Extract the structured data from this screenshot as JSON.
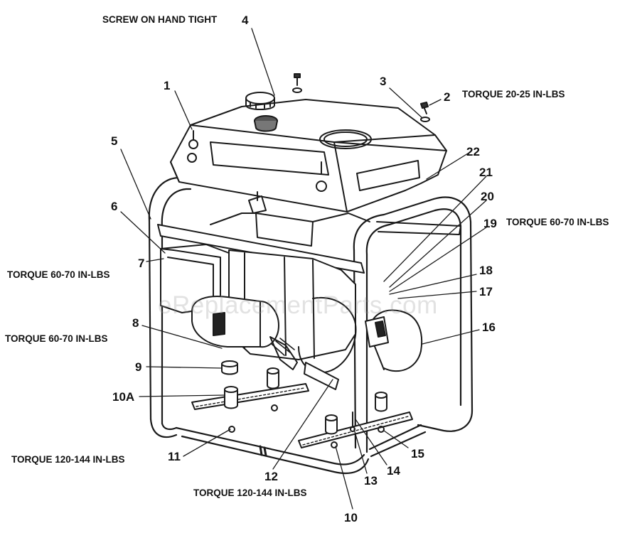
{
  "watermark": "eReplacementParts.com",
  "notes": {
    "screw_hand_tight": "SCREW ON HAND TIGHT",
    "torque_2": "TORQUE 20-25 IN-LBS",
    "torque_19": "TORQUE 60-70 IN-LBS",
    "torque_7": "TORQUE 60-70 IN-LBS",
    "torque_8": "TORQUE 60-70 IN-LBS",
    "torque_11": "TORQUE 120-144 IN-LBS",
    "torque_12": "TORQUE 120-144 IN-LBS"
  },
  "callouts": {
    "c1": "1",
    "c2": "2",
    "c3": "3",
    "c4": "4",
    "c5": "5",
    "c6": "6",
    "c7": "7",
    "c8": "8",
    "c9": "9",
    "c10a": "10A",
    "c10": "10",
    "c11": "11",
    "c12": "12",
    "c13": "13",
    "c14": "14",
    "c15": "15",
    "c16": "16",
    "c17": "17",
    "c18": "18",
    "c19": "19",
    "c20": "20",
    "c21": "21",
    "c22": "22"
  }
}
